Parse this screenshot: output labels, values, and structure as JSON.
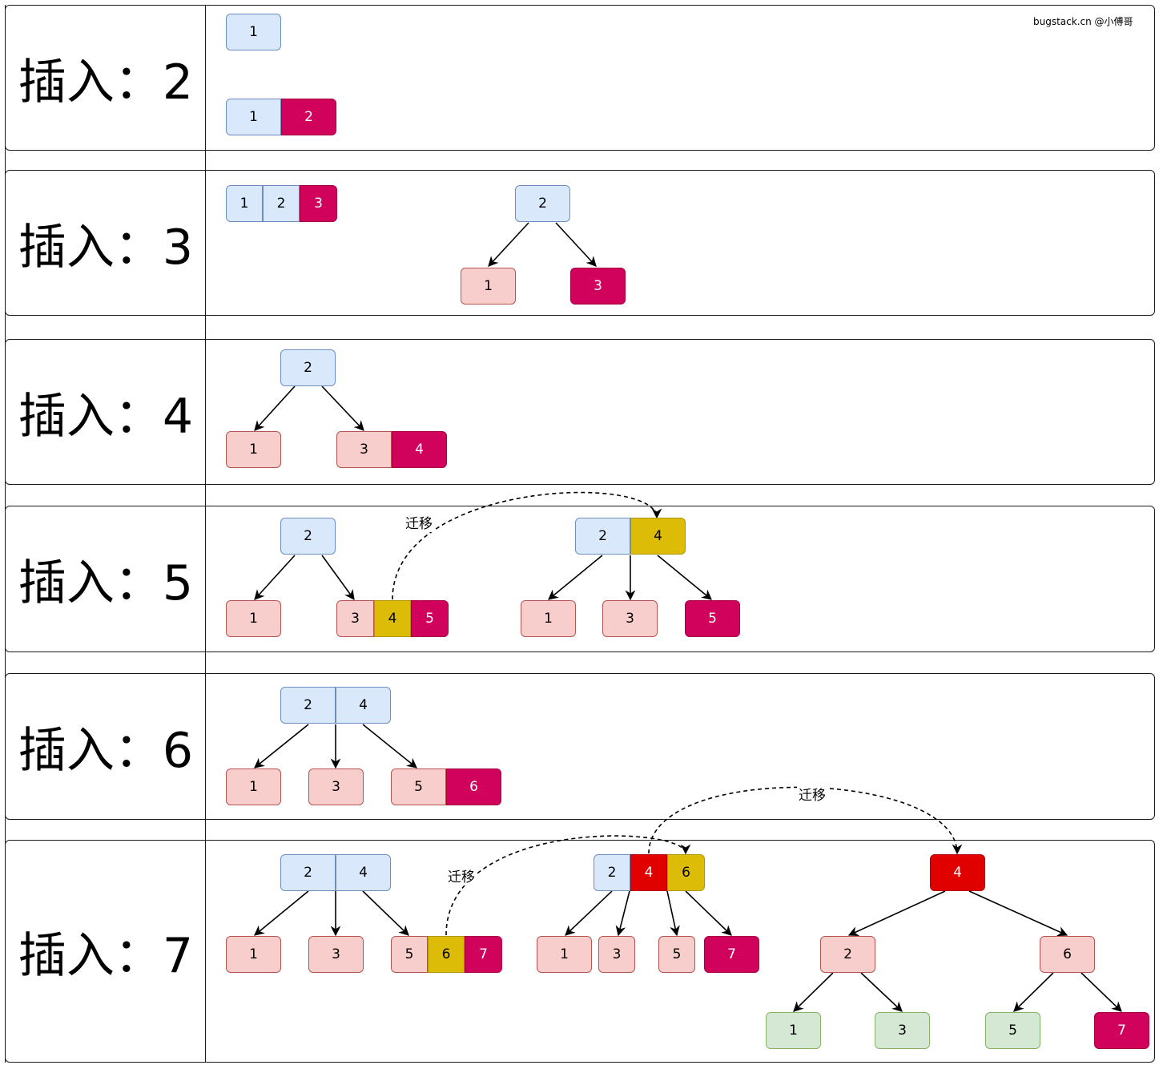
{
  "watermark": "bugstack.cn @小傅哥",
  "migrate_label": "迁移",
  "rows": [
    {
      "label": "插入：2"
    },
    {
      "label": "插入：3"
    },
    {
      "label": "插入：4"
    },
    {
      "label": "插入：5"
    },
    {
      "label": "插入：6"
    },
    {
      "label": "插入：7"
    }
  ],
  "nodes": {
    "r1_a": "1",
    "r1_b1": "1",
    "r1_b2": "2",
    "r2_a1": "1",
    "r2_a2": "2",
    "r2_a3": "3",
    "r2_root": "2",
    "r2_l": "1",
    "r2_r": "3",
    "r3_root": "2",
    "r3_l": "1",
    "r3_r1": "3",
    "r3_r2": "4",
    "r4_root": "2",
    "r4_l": "1",
    "r4_r1": "3",
    "r4_r2": "4",
    "r4_r3": "5",
    "r4_n1": "2",
    "r4_n2": "4",
    "r4_c1": "1",
    "r4_c2": "3",
    "r4_c3": "5",
    "r5_p1": "2",
    "r5_p2": "4",
    "r5_c1": "1",
    "r5_c2": "3",
    "r5_c3a": "5",
    "r5_c3b": "6",
    "r6_p1": "2",
    "r6_p2": "4",
    "r6_c1": "1",
    "r6_c2": "3",
    "r6_c3a": "5",
    "r6_c3b": "6",
    "r6_c3c": "7",
    "r6_m1": "2",
    "r6_m2": "4",
    "r6_m3": "6",
    "r6_d1": "1",
    "r6_d2": "3",
    "r6_d3": "5",
    "r6_d4": "7",
    "r6_t": "4",
    "r6_tl": "2",
    "r6_tr": "6",
    "r6_g1": "1",
    "r6_g2": "3",
    "r6_g3": "5",
    "r6_g4": "7"
  }
}
